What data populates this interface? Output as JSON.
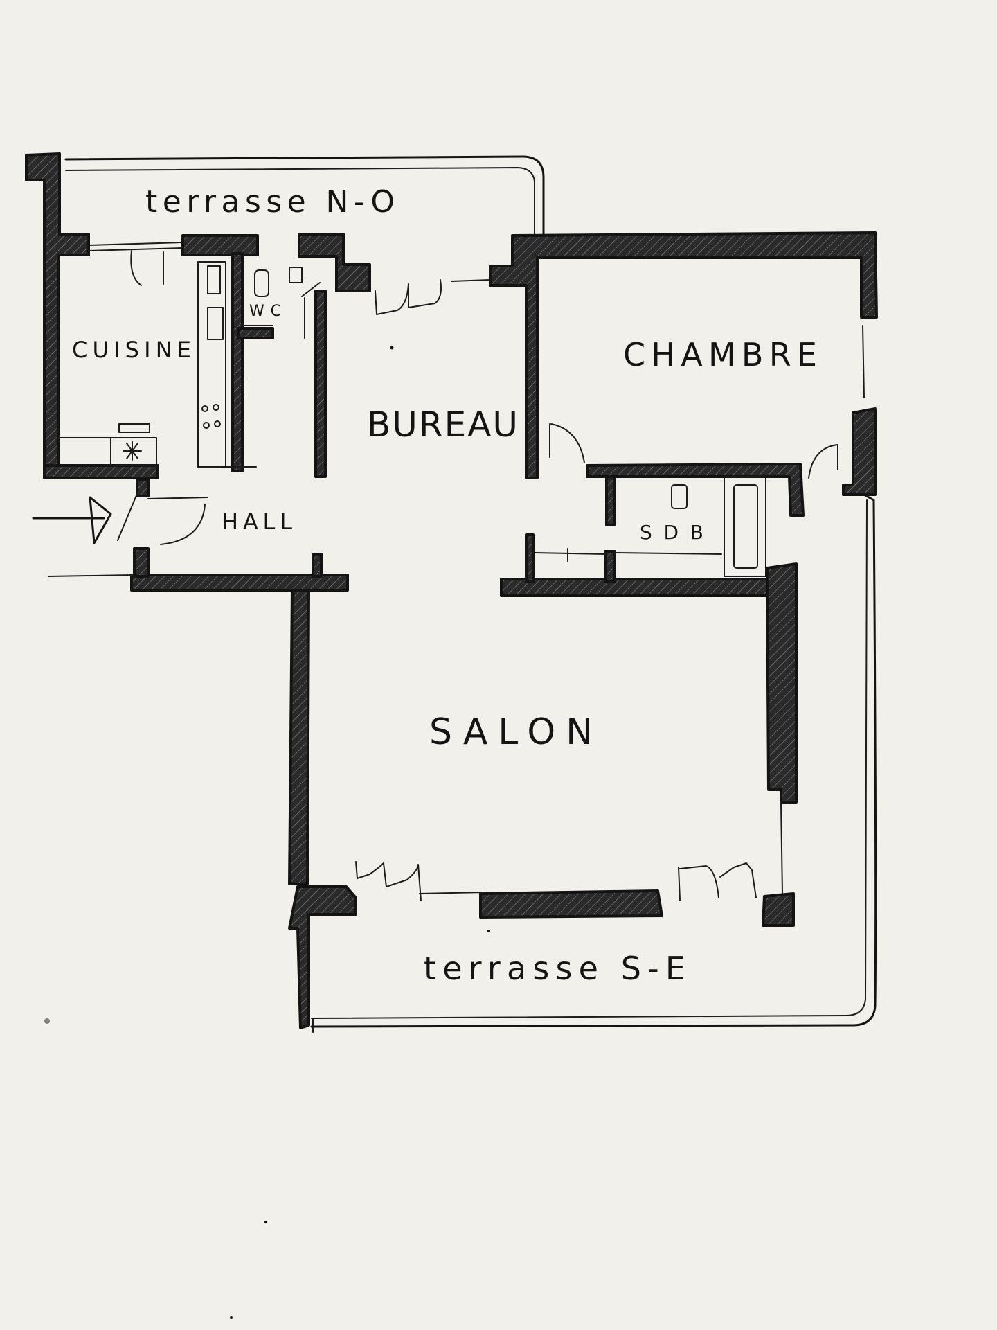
{
  "plan": {
    "rooms": {
      "terrasse_no": "terrasse N-O",
      "cuisine": "CUISINE",
      "wc": "WC",
      "bureau": "BUREAU",
      "chambre": "CHAMBRE",
      "hall": "HALL",
      "sdb": "SDB",
      "salon": "SALON",
      "terrasse_se": "terrasse S-E"
    },
    "entrance_icon": "arrow-right-icon",
    "ink_color": "#141414",
    "paper_color": "#f1f0eb"
  }
}
